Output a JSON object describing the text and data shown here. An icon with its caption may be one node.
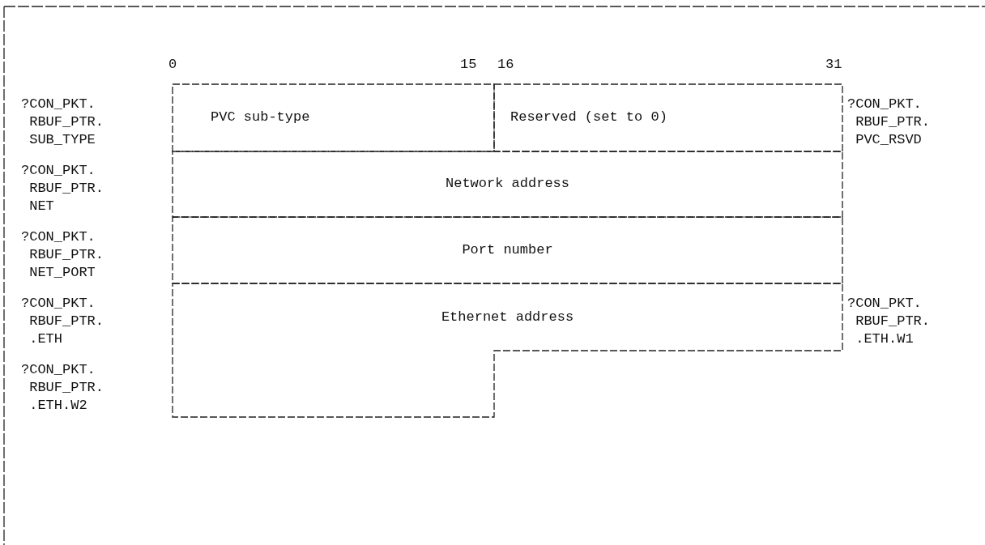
{
  "diagram": {
    "nodes": [
      {
        "text": [
          "PVC sub-type"
        ]
      },
      {
        "text": [
          "Reserved (set to 0)"
        ]
      },
      {
        "text": [
          "Network address"
        ]
      },
      {
        "text": [
          "Port number"
        ]
      },
      {
        "text": [
          "Ethernet address"
        ]
      }
    ],
    "labels": [
      "0",
      "15",
      "16",
      "31",
      "?CON_PKT. RBUF_PTR. SUB_TYPE",
      "?CON_PKT. RBUF_PTR. PVC_RSVD",
      "?CON_PKT. RBUF_PTR. NET",
      "?CON_PKT. RBUF_PTR. NET_PORT",
      "?CON_PKT. RBUF_PTR. .ETH",
      "?CON_PKT. RBUF_PTR. .ETH.W1",
      "?CON_PKT. RBUF_PTR. .ETH.W2"
    ]
  }
}
